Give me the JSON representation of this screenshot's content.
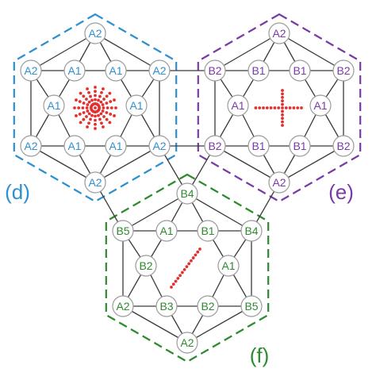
{
  "colors": {
    "panel_d": "#2f8fcf",
    "panel_e": "#7a3aa8",
    "panel_f": "#2e8a2e",
    "pattern": "#e03030"
  },
  "panels": {
    "d": {
      "label": "(d)",
      "nodes": [
        "A2",
        "A2",
        "A1",
        "A1",
        "A2",
        "A1",
        "A1",
        "A2",
        "A1",
        "A1",
        "A2",
        "A2"
      ],
      "pattern": "star"
    },
    "e": {
      "label": "(e)",
      "nodes": [
        "A2",
        "B2",
        "B1",
        "B1",
        "B2",
        "A1",
        "A1",
        "B2",
        "B1",
        "B1",
        "B2",
        "A2"
      ],
      "pattern": "cross"
    },
    "f": {
      "label": "(f)",
      "nodes": [
        "B4",
        "B5",
        "A1",
        "B1",
        "B4",
        "B2",
        "A1",
        "A2",
        "B3",
        "B2",
        "B5",
        "A2"
      ],
      "pattern": "diagonal"
    }
  }
}
